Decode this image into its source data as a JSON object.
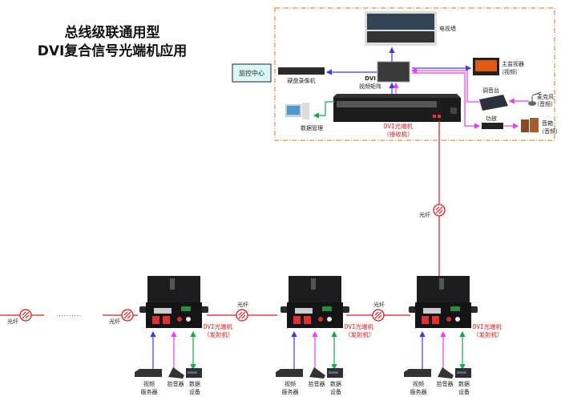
{
  "title": {
    "line1": "总线级联通用型",
    "line2": "DVI复合信号光端机应用"
  },
  "control_center": {
    "label": "监控中心",
    "bg": "#d9f7f7"
  },
  "colors": {
    "fiber": "#e8161b",
    "video": "#3a3cf0",
    "audio": "#f03cf0",
    "data": "#1aaa4a",
    "border": "#f08a3c"
  },
  "center": {
    "tv_wall": "电视墙",
    "matrix": {
      "line1": "DVI",
      "line2": "视频矩阵"
    },
    "dvr": "硬盘录像机",
    "monitor": {
      "line1": "主监视器",
      "line2": "（视频）"
    },
    "mixer": "调音台",
    "mic": {
      "line1": "麦克风",
      "line2": "（音频）"
    },
    "amp": "功放",
    "speaker": {
      "line1": "音箱",
      "line2": "（音频）"
    },
    "pc": "数据管理",
    "receiver": {
      "line1": "DVI光端机",
      "line2": "（接收机）"
    }
  },
  "fiber_label": "光纤",
  "ellipsis": "··········",
  "transmitters": [
    {
      "line1": "DVI光端机",
      "line2": "（发射机）",
      "video": {
        "line1": "视频",
        "line2": "服务器"
      },
      "audio": "拾音器",
      "data": {
        "line1": "数据",
        "line2": "设备"
      }
    },
    {
      "line1": "DVI光端机",
      "line2": "（发射机）",
      "video": {
        "line1": "视频",
        "line2": "服务器"
      },
      "audio": "拾音器",
      "data": {
        "line1": "数据",
        "line2": "设备"
      }
    },
    {
      "line1": "DVI光端机",
      "line2": "（发射机）",
      "video": {
        "line1": "视频",
        "line2": "服务器"
      },
      "audio": "拾音器",
      "data": {
        "line1": "数据",
        "line2": "设备"
      }
    }
  ]
}
